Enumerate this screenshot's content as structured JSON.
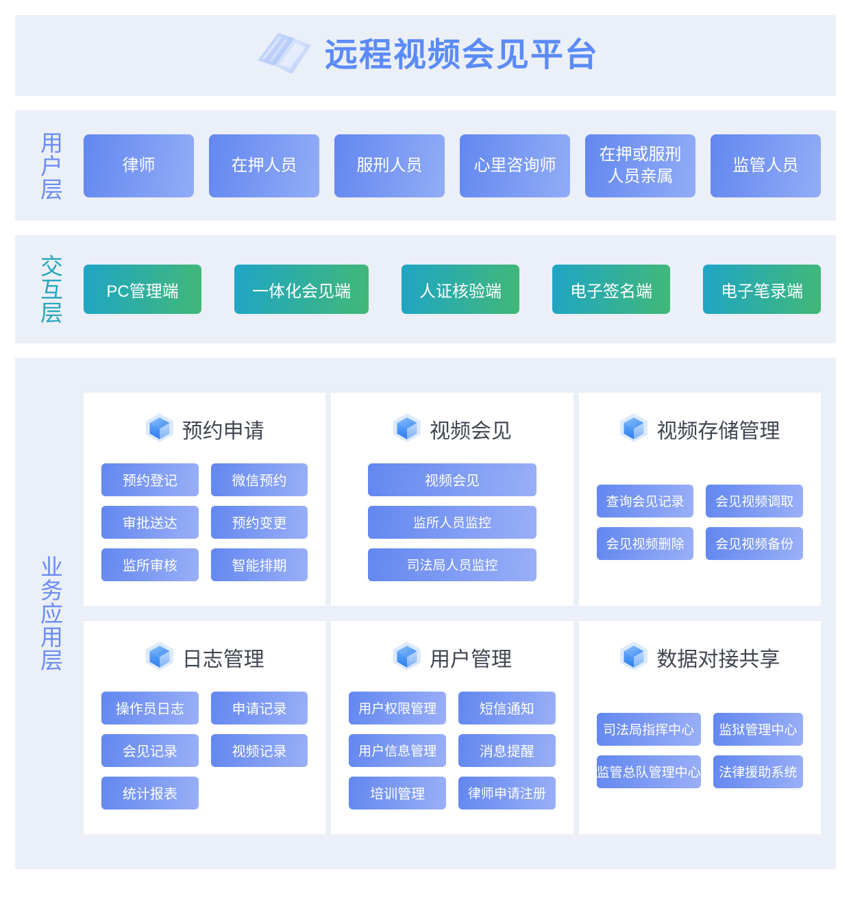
{
  "header": {
    "title": "远程视频会见平台",
    "icon": "laptop-icon",
    "title_color": "#5b8bf7"
  },
  "layers": {
    "user": {
      "label": "用户层",
      "label_color": "#6b8cf5",
      "items": [
        "律师",
        "在押人员",
        "服刑人员",
        "心里咨询师",
        "在押或服刑\n人员亲属",
        "监管人员"
      ]
    },
    "interaction": {
      "label": "交互层",
      "label_color": "#27a6bd",
      "items": [
        "PC管理端",
        "一体化会见端",
        "人证核验端",
        "电子签名端",
        "电子笔录端"
      ]
    },
    "business": {
      "label": "业务应用层",
      "label_color": "#6b8cf5",
      "cards": [
        {
          "title": "预约申请",
          "icon": "cube-icon",
          "columns": 2,
          "items": [
            "预约登记",
            "微信预约",
            "审批送达",
            "预约变更",
            "监所审核",
            "智能排期"
          ]
        },
        {
          "title": "视频会见",
          "icon": "cube-icon",
          "columns": 1,
          "items": [
            "视频会见",
            "监所人员监控",
            "司法局人员监控"
          ]
        },
        {
          "title": "视频存储管理",
          "icon": "cube-icon",
          "columns": 2,
          "items": [
            "查询会见记录",
            "会见视频调取",
            "会见视频删除",
            "会见视频备份"
          ]
        },
        {
          "title": "日志管理",
          "icon": "cube-icon",
          "columns": 2,
          "items": [
            "操作员日志",
            "申请记录",
            "会见记录",
            "视频记录",
            "统计报表",
            ""
          ]
        },
        {
          "title": "用户管理",
          "icon": "cube-icon",
          "columns": 2,
          "items": [
            "用户权限管理",
            "短信通知",
            "用户信息管理",
            "消息提醒",
            "培训管理",
            "律师申请注册"
          ]
        },
        {
          "title": "数据对接共享",
          "icon": "cube-icon",
          "columns": 2,
          "items": [
            "司法局指挥中心",
            "监狱管理中心",
            "监管总队管理中心",
            "法律援助系统"
          ]
        }
      ]
    }
  },
  "colors": {
    "panel_bg": "#ebeff7",
    "page_bg": "#ffffff",
    "blue_gradient_from": "#6287f0",
    "blue_gradient_to": "#92acf6",
    "teal_gradient_from": "#1fa5c5",
    "teal_gradient_to": "#42b877",
    "card_bg": "#ffffff",
    "card_title_color": "#404650"
  }
}
